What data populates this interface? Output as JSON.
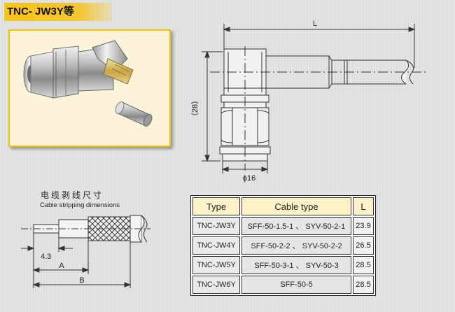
{
  "title": "TNC- JW3Y等",
  "drawing": {
    "length_label": "L",
    "height_label": "（28）",
    "diameter_label": "ϕ16"
  },
  "stripping": {
    "title": "电缆剥线尺寸",
    "subtitle": "Cable stripping dimensions",
    "dim_43": "4.3",
    "dim_a": "A",
    "dim_b": "B"
  },
  "table": {
    "headers": [
      "Type",
      "Cable type",
      "L"
    ],
    "rows": [
      {
        "type": "TNC-JW3Y",
        "cable": "SFF-50-1.5-1 、 SYV-50-2-1",
        "length": "23.9"
      },
      {
        "type": "TNC-JW4Y",
        "cable": "SFF-50-2-2 、 SYV-50-2-2",
        "length": "26.5"
      },
      {
        "type": "TNC-JW5Y",
        "cable": "SFF-50-3-1 、 SYV-50-3",
        "length": "28.5"
      },
      {
        "type": "TNC-JW6Y",
        "cable": "SFF-50-5",
        "length": "28.5"
      }
    ]
  }
}
